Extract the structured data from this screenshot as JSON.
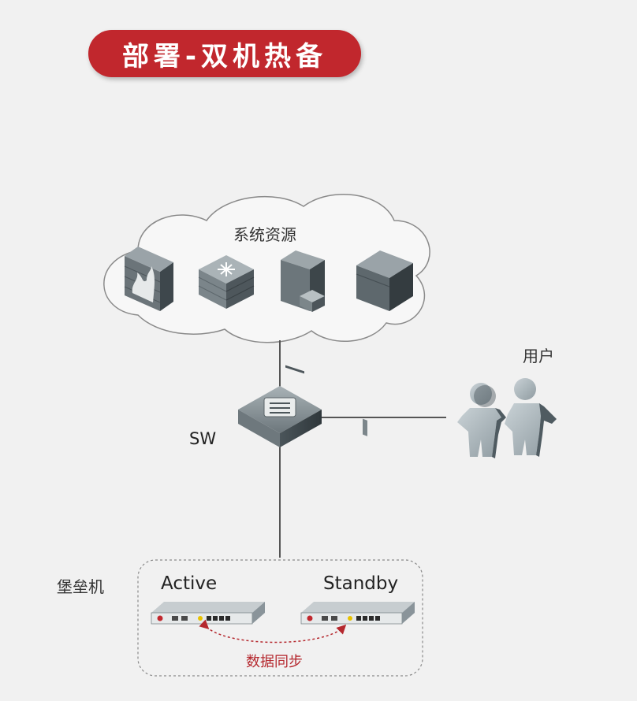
{
  "title": "部署-双机热备",
  "cloud": {
    "label": "系统资源"
  },
  "users": {
    "label": "用户"
  },
  "switch": {
    "label": "SW"
  },
  "bastion": {
    "label": "堡垒机",
    "active_label": "Active",
    "standby_label": "Standby",
    "sync_label": "数据同步"
  },
  "colors": {
    "accent": "#c1272d",
    "sync": "#b5282e",
    "device": "#5e6a70"
  }
}
